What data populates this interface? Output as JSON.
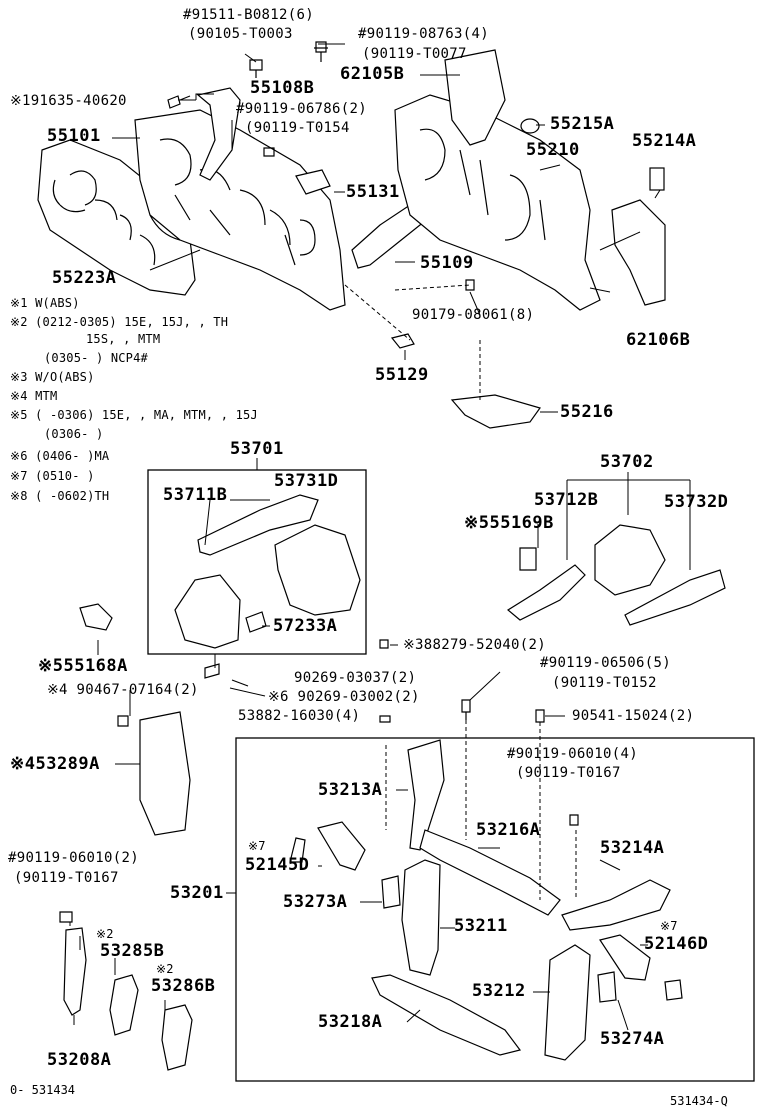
{
  "labels": {
    "l_91511_b0812": "#91511-B0812(6)",
    "l_90105_t0003": "(90105-T0003",
    "l_90119_08763": "#90119-08763(4)",
    "l_90119_t0077": "(90119-T0077",
    "l_62105b": "62105B",
    "l_191635": "※191635-40620",
    "l_55108b": "55108B",
    "l_90119_06786": "#90119-06786(2)",
    "l_90119_t0154": "(90119-T0154",
    "l_55215a": "55215A",
    "l_55101": "55101",
    "l_55210": "55210",
    "l_55214a": "55214A",
    "l_55131": "55131",
    "l_55223a": "55223A",
    "l_55109": "55109",
    "l_90179_08061": "90179-08061(8)",
    "l_62106b": "62106B",
    "l_55129": "55129",
    "l_55216": "55216",
    "l_53701": "53701",
    "l_53731d": "53731D",
    "l_53711b": "53711B",
    "l_57233a": "57233A",
    "l_53702": "53702",
    "l_53712b": "53712B",
    "l_53732d": "53732D",
    "l_55169b": "※555169B",
    "l_88279": "※388279-52040(2)",
    "l_55168a": "※555168A",
    "l_90269_03037": "90269-03037(2)",
    "l_90467": "※4 90467-07164(2)",
    "l_90269_03002": "※6 90269-03002(2)",
    "l_53882": "53882-16030(4)",
    "l_90119_06506": "#90119-06506(5)",
    "l_90119_t0152": "(90119-T0152",
    "l_90541": "90541-15024(2)",
    "l_53289a": "※453289A",
    "l_90119_06010_r": "#90119-06010(4)",
    "l_90119_t0167_r": "(90119-T0167",
    "l_53213a": "53213A",
    "l_53216a": "53216A",
    "l_53214a": "53214A",
    "l_star7a": "※7",
    "l_52145d": "52145D",
    "l_90119_06010_l": "#90119-06010(2)",
    "l_90119_t0167_l": "(90119-T0167",
    "l_53201": "53201",
    "l_53273a": "53273A",
    "l_53211": "53211",
    "l_star7b": "※7",
    "l_52146d": "52146D",
    "l_star2a": "※2",
    "l_53285b": "53285B",
    "l_star2b": "※2",
    "l_53286b": "53286B",
    "l_53212": "53212",
    "l_53218a": "53218A",
    "l_53274a": "53274A",
    "l_53208a": "53208A"
  },
  "notes": [
    "※1 W(ABS)",
    "※2 (0212-0305) 15E, 15J, , TH",
    "15S, , MTM",
    "(0305-      ) NCP4#",
    "※3 W/O(ABS)",
    "※4 MTM",
    "※5 (       -0306) 15E, , MA, MTM, , 15J",
    "(0306-       )",
    "※6 (0406-      )MA",
    "※7 (0510-      )",
    "※8 (       -0602)TH"
  ],
  "footer": {
    "left": "0- 531434",
    "right": "531434-Q"
  }
}
